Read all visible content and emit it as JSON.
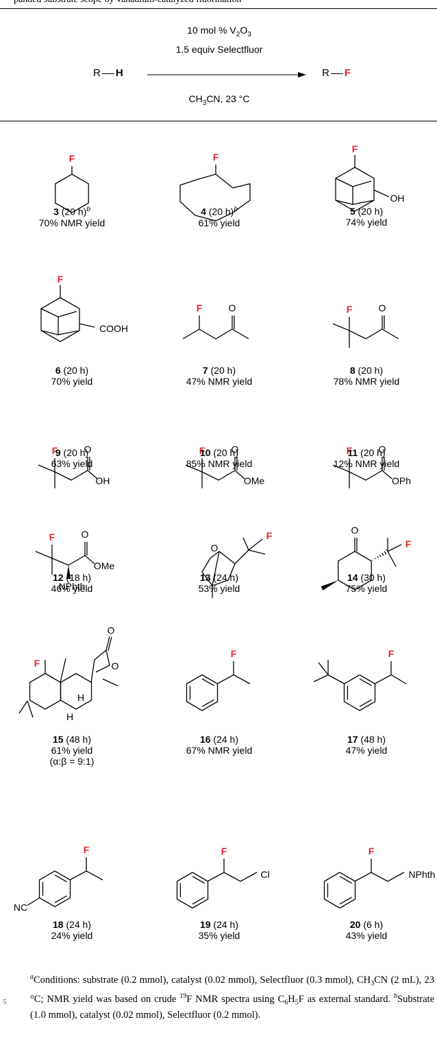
{
  "header_fragment": "panded substrate scope by vanadium-catalyzed fluorination",
  "scheme": {
    "conditions": [
      "10 mol % V",
      "1.5 equiv Selectfluor",
      "CH",
      "CN, 23 °C"
    ],
    "reactant_r": "R",
    "reactant_h": "H",
    "product_r": "R",
    "product_f": "F",
    "v_sub": "2",
    "o_sub": "3",
    "ch3_sub": "3",
    "v_o": "O"
  },
  "compounds": [
    {
      "num": "3",
      "time": "(20 h)",
      "sup": "b",
      "yield": "70% NMR yield"
    },
    {
      "num": "4",
      "time": "(20 h)",
      "sup": "b",
      "yield": "61% yield"
    },
    {
      "num": "5",
      "time": "(20 h)",
      "sup": "",
      "yield": "74% yield"
    },
    {
      "num": "6",
      "time": "(20 h)",
      "sup": "",
      "yield": "70% yield"
    },
    {
      "num": "7",
      "time": "(20 h)",
      "sup": "",
      "yield": "47% NMR yield"
    },
    {
      "num": "8",
      "time": "(20 h)",
      "sup": "",
      "yield": "78% NMR yield"
    },
    {
      "num": "9",
      "time": "(20 h)",
      "sup": "",
      "yield": "63% yield"
    },
    {
      "num": "10",
      "time": "(20 h)",
      "sup": "",
      "yield": "85% NMR yield"
    },
    {
      "num": "11",
      "time": "(20 h)",
      "sup": "",
      "yield": "12% NMR yield"
    },
    {
      "num": "12",
      "time": "(18 h)",
      "sup": "",
      "yield": "46% yield"
    },
    {
      "num": "13",
      "time": "(24 h)",
      "sup": "",
      "yield": "53% yield"
    },
    {
      "num": "14",
      "time": "(30 h)",
      "sup": "",
      "yield": "75% yield"
    },
    {
      "num": "15",
      "time": "(48 h)",
      "sup": "",
      "yield": "61% yield",
      "extra": "(α:β = 9:1)"
    },
    {
      "num": "16",
      "time": "(24 h)",
      "sup": "",
      "yield": "67% NMR yield"
    },
    {
      "num": "17",
      "time": "(48 h)",
      "sup": "",
      "yield": "47% yield"
    },
    {
      "num": "18",
      "time": "(24 h)",
      "sup": "",
      "yield": "24% yield"
    },
    {
      "num": "19",
      "time": "(24 h)",
      "sup": "",
      "yield": "35% yield"
    },
    {
      "num": "20",
      "time": "(6 h)",
      "sup": "",
      "yield": "43% yield"
    }
  ],
  "atoms": {
    "F": "F",
    "OH": "OH",
    "O": "O",
    "COOH": "COOH",
    "OMe": "OMe",
    "OPh": "OPh",
    "NPhth": "NPhth",
    "H": "H",
    "NC": "NC",
    "Cl": "Cl"
  },
  "footnote": {
    "a": "a",
    "line_a": "Conditions: substrate (0.2 mmol), catalyst (0.02 mmol), Selectfluor (0.3 mmol), CH",
    "line_a2": "CN (2 mL), 23 °C; NMR yield was based on crude ",
    "nmr_sup": "19",
    "line_a3": "F NMR spectra using C",
    "c6": "6",
    "h5": "H",
    "h5sub": "5",
    "line_a4": "F as external standard. ",
    "b": "b",
    "line_b": "Substrate (1.0 mmol), catalyst (0.02 mmol), Selectfluor (0.2 mmol).",
    "line_number": "5"
  }
}
